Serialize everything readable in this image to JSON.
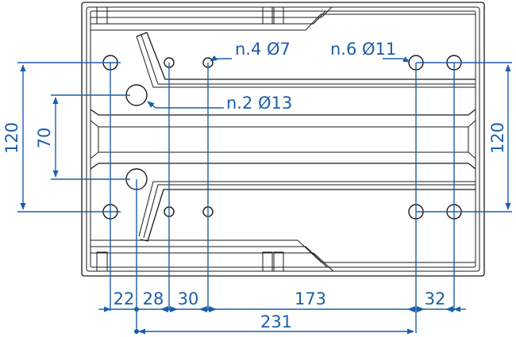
{
  "callouts": {
    "holes_7": "n.4 Ø7",
    "holes_11": "n.6 Ø11",
    "holes_13": "n.2 Ø13"
  },
  "dimensions": {
    "height_outer_left": "120",
    "height_inner_left": "70",
    "height_right": "120",
    "offset_22": "22",
    "offset_28": "28",
    "offset_30": "30",
    "offset_173": "173",
    "offset_32": "32",
    "span_231": "231"
  },
  "colors": {
    "dimension": "#1b5fa8",
    "outline": "#1a1a1a"
  }
}
